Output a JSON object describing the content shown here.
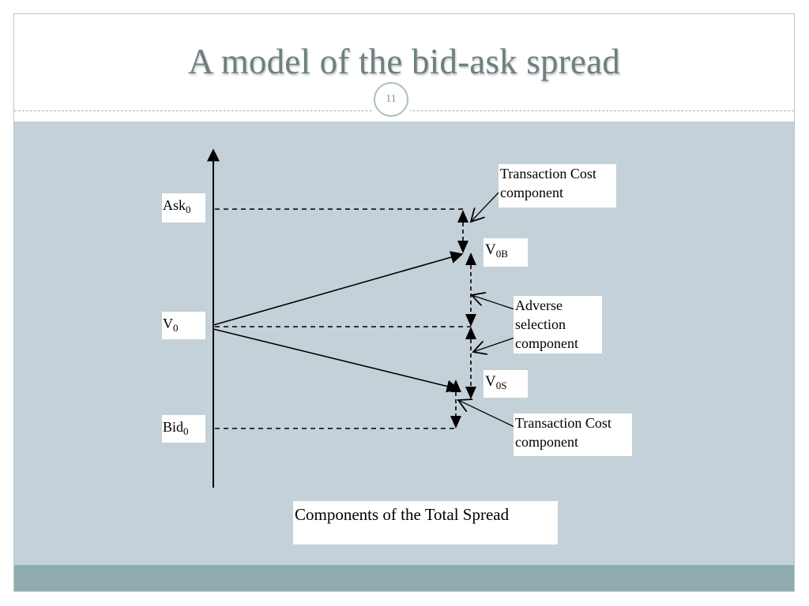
{
  "slide": {
    "title": "A model of the bid-ask spread",
    "page_number": "11"
  },
  "diagram": {
    "labels": {
      "ask": {
        "main": "Ask",
        "sub": "0"
      },
      "v0": {
        "main": "V",
        "sub": "0"
      },
      "bid": {
        "main": "Bid",
        "sub": "0"
      },
      "v0b": {
        "main": "V",
        "sub": "0B"
      },
      "v0s": {
        "main": "V",
        "sub": "0S"
      }
    },
    "notes": {
      "transaction_cost_top": "Transaction Cost component",
      "adverse_selection": "Adverse selection component",
      "transaction_cost_bottom": "Transaction Cost component"
    },
    "caption": "Components of the Total Spread"
  }
}
